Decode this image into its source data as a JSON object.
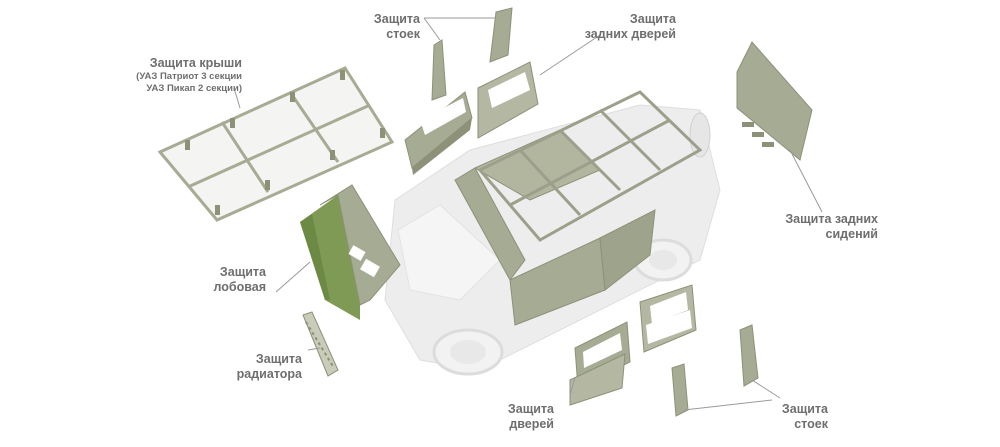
{
  "labels": {
    "pillars_top": [
      "Защита",
      "стоек"
    ],
    "rear_doors": [
      "Защита",
      "задних дверей"
    ],
    "roof": {
      "title": "Защита крыши",
      "note1": "(УАЗ Патриот 3 секции",
      "note2": "УАЗ Пикап 2 секции)"
    },
    "windshield": [
      "Защита",
      "лобовая"
    ],
    "radiator": [
      "Защита",
      "радиатора"
    ],
    "rear_seats": [
      "Защита задних",
      "сидений"
    ],
    "doors": [
      "Защита",
      "дверей"
    ],
    "pillars_bottom": [
      "Защита",
      "стоек"
    ]
  },
  "colors": {
    "text": "#6e6e6e",
    "panel": "#a6ab93",
    "panel_dark": "#8c9178",
    "car_body": "#ededed",
    "leader": "#9a9a9a",
    "foliage": "#7f9a55"
  }
}
